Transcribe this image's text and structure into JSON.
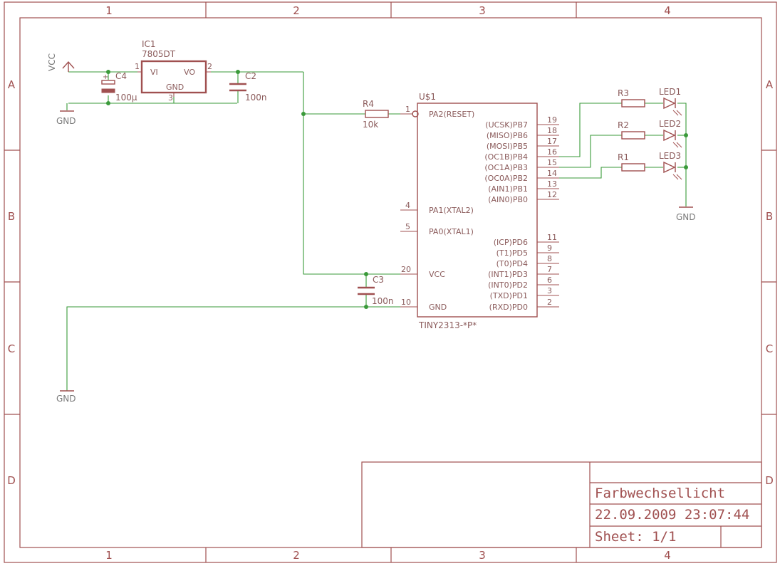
{
  "frame": {
    "columns": [
      "1",
      "2",
      "3",
      "4"
    ],
    "rows": [
      "A",
      "B",
      "C",
      "D"
    ]
  },
  "title_block": {
    "title": "Farbwechsellicht",
    "date": "22.09.2009 23:07:44",
    "sheet": "Sheet: 1/1"
  },
  "components": {
    "ic1": {
      "name": "IC1",
      "value": "7805DT",
      "vi": "VI",
      "vo": "VO",
      "gnd": "GND",
      "pin_vi": "1",
      "pin_vo": "2",
      "pin_gnd": "3"
    },
    "c4": {
      "name": "C4",
      "value": "100µ",
      "plus": "+"
    },
    "c2": {
      "name": "C2",
      "value": "100n"
    },
    "c3": {
      "name": "C3",
      "value": "100n"
    },
    "r4": {
      "name": "R4",
      "value": "10k"
    },
    "r1": {
      "name": "R1"
    },
    "r2": {
      "name": "R2"
    },
    "r3": {
      "name": "R3"
    },
    "led1": {
      "name": "LED1"
    },
    "led2": {
      "name": "LED2"
    },
    "led3": {
      "name": "LED3"
    },
    "u1": {
      "name": "U$1",
      "value": "TINY2313-*P*",
      "pa2": "PA2(RESET)",
      "pa2_pin": "1",
      "pa1": "PA1(XTAL2)",
      "pa1_pin": "4",
      "pa0": "PA0(XTAL1)",
      "pa0_pin": "5",
      "vcc": "VCC",
      "vcc_pin": "20",
      "gnd": "GND",
      "gnd_pin": "10",
      "right_pins": [
        {
          "label": "(UCSK)PB7",
          "pin": "19"
        },
        {
          "label": "(MISO)PB6",
          "pin": "18"
        },
        {
          "label": "(MOSI)PB5",
          "pin": "17"
        },
        {
          "label": "(OC1B)PB4",
          "pin": "16"
        },
        {
          "label": "(OC1A)PB3",
          "pin": "15"
        },
        {
          "label": "(OC0A)PB2",
          "pin": "14"
        },
        {
          "label": "(AIN1)PB1",
          "pin": "13"
        },
        {
          "label": "(AIN0)PB0",
          "pin": "12"
        },
        {
          "label": "(ICP)PD6",
          "pin": "11"
        },
        {
          "label": "(T1)PD5",
          "pin": "9"
        },
        {
          "label": "(T0)PD4",
          "pin": "8"
        },
        {
          "label": "(INT1)PD3",
          "pin": "7"
        },
        {
          "label": "(INT0)PD2",
          "pin": "6"
        },
        {
          "label": "(TXD)PD1",
          "pin": "3"
        },
        {
          "label": "(RXD)PD0",
          "pin": "2"
        }
      ]
    }
  },
  "supplies": {
    "vcc": "VCC",
    "gnd1": "GND",
    "gnd2": "GND",
    "gnd3": "GND"
  }
}
